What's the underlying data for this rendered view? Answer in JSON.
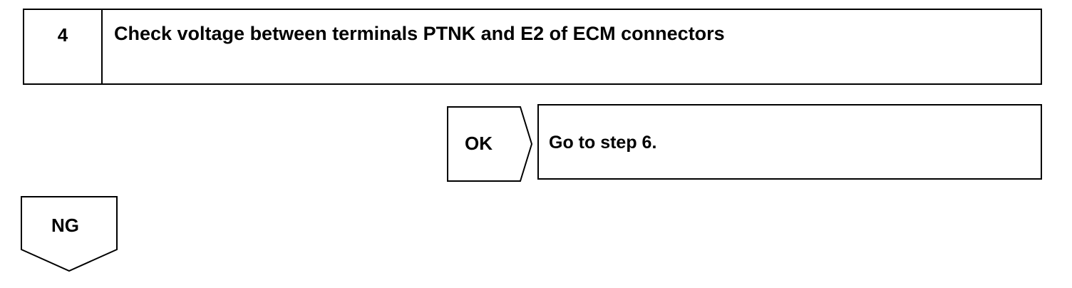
{
  "step": {
    "number": "4",
    "title": "Check voltage between terminals PTNK and E2 of ECM connectors"
  },
  "branches": {
    "ok": {
      "label": "OK",
      "result": "Go to step 6."
    },
    "ng": {
      "label": "NG"
    }
  }
}
